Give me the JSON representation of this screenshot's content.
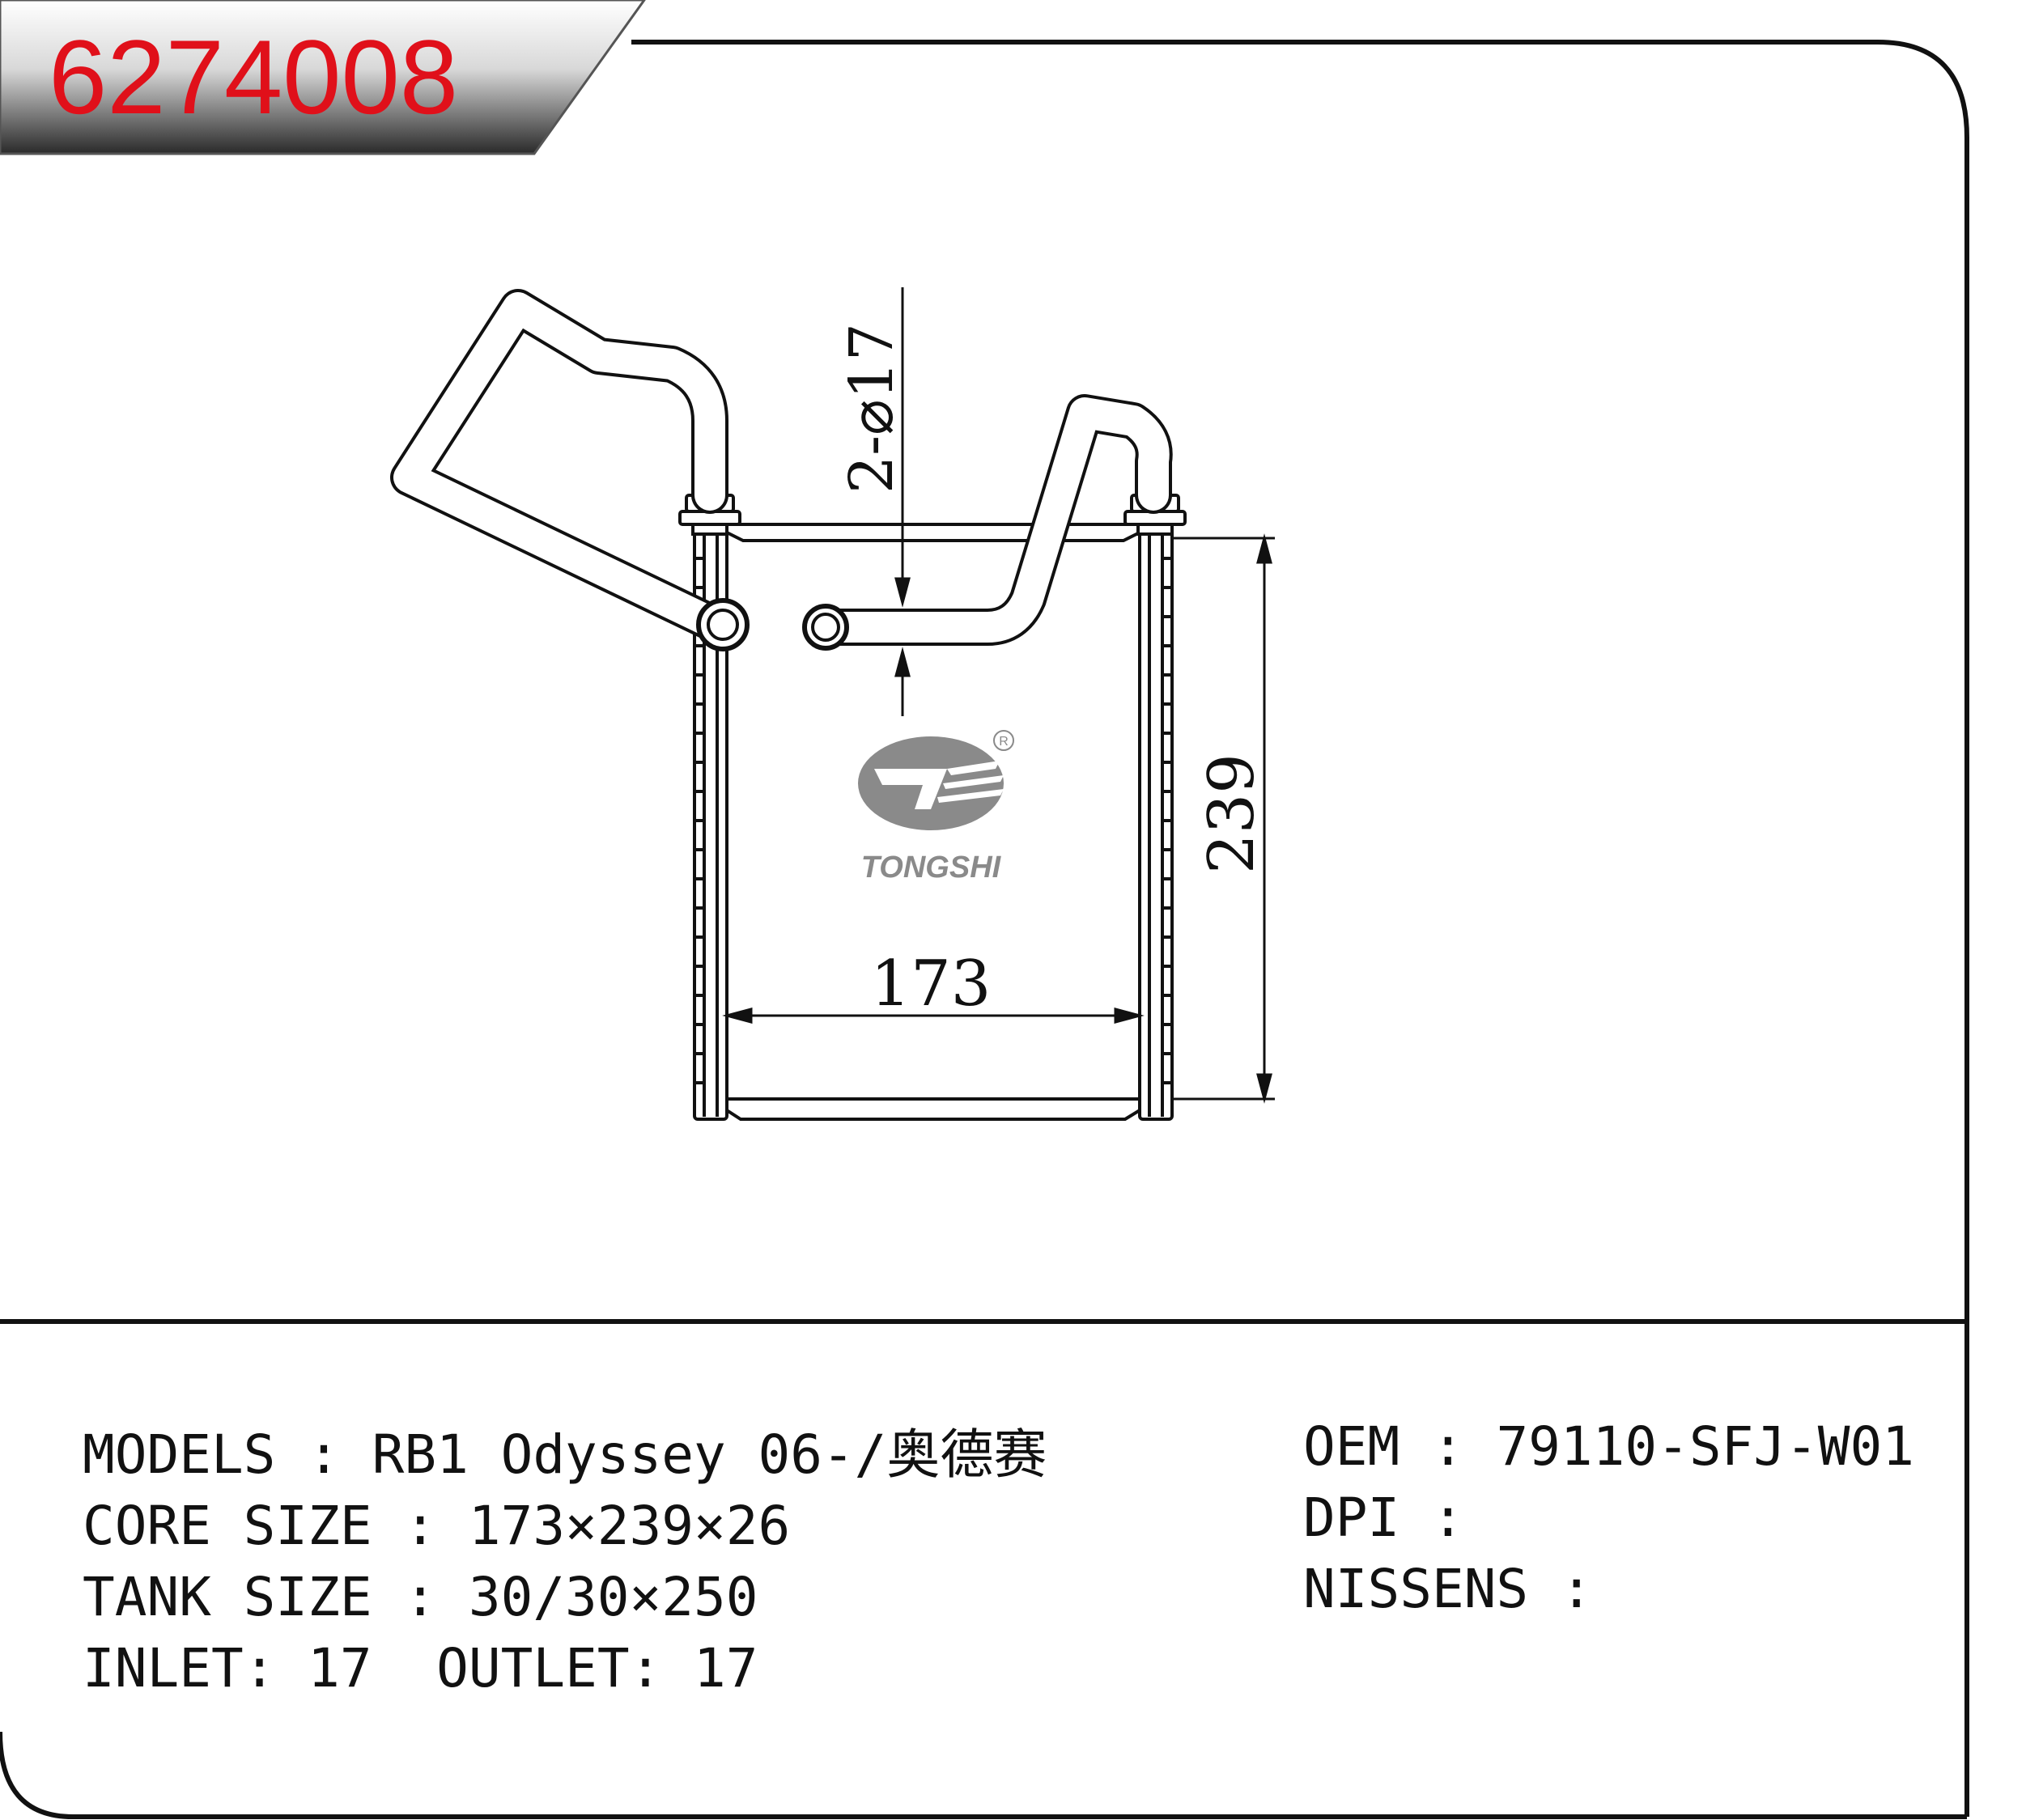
{
  "part_number": "6274008",
  "brand": {
    "logo_text": "TONGSHI",
    "registered_mark": "R"
  },
  "dimensions": {
    "pipe": "2-⌀17",
    "height": "239",
    "width": "173"
  },
  "specs_left": {
    "models_label": "MODELS",
    "models_value": "RB1 Odyssey 06-/奥德赛",
    "core_label": "CORE SIZE",
    "core_value": "173×239×26",
    "tank_label": "TANK SIZE",
    "tank_value": "30/30×250",
    "inlet_label": "INLET",
    "inlet_value": "17",
    "outlet_label": "OUTLET",
    "outlet_value": "17"
  },
  "specs_right": {
    "oem_label": "OEM",
    "oem_value": "79110-SFJ-W01",
    "dpi_label": "DPI",
    "dpi_value": "",
    "nissens_label": "NISSENS",
    "nissens_value": ""
  },
  "colors": {
    "part_number": "#e0101a",
    "line": "#111111",
    "logo": "#8a8a8a"
  }
}
